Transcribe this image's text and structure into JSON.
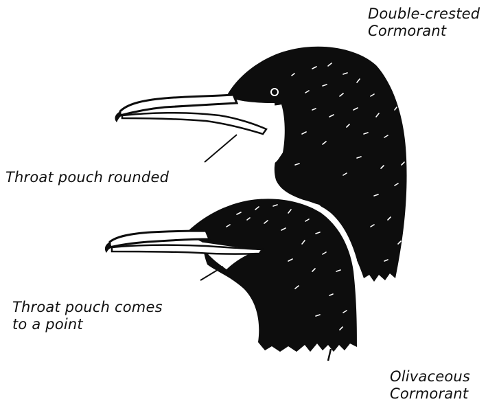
{
  "labels": {
    "double_crested": {
      "line1": "Double-crested",
      "line2": "Cormorant"
    },
    "pouch_rounded": "Throat pouch rounded",
    "pouch_point": {
      "line1": "Throat pouch comes",
      "line2": "to a point"
    },
    "olivaceous": {
      "line1": "Olivaceous",
      "line2": "Cormorant"
    }
  },
  "colors": {
    "ink": "#0d0d0d",
    "bill": "#ffffff",
    "background": "#ffffff"
  }
}
